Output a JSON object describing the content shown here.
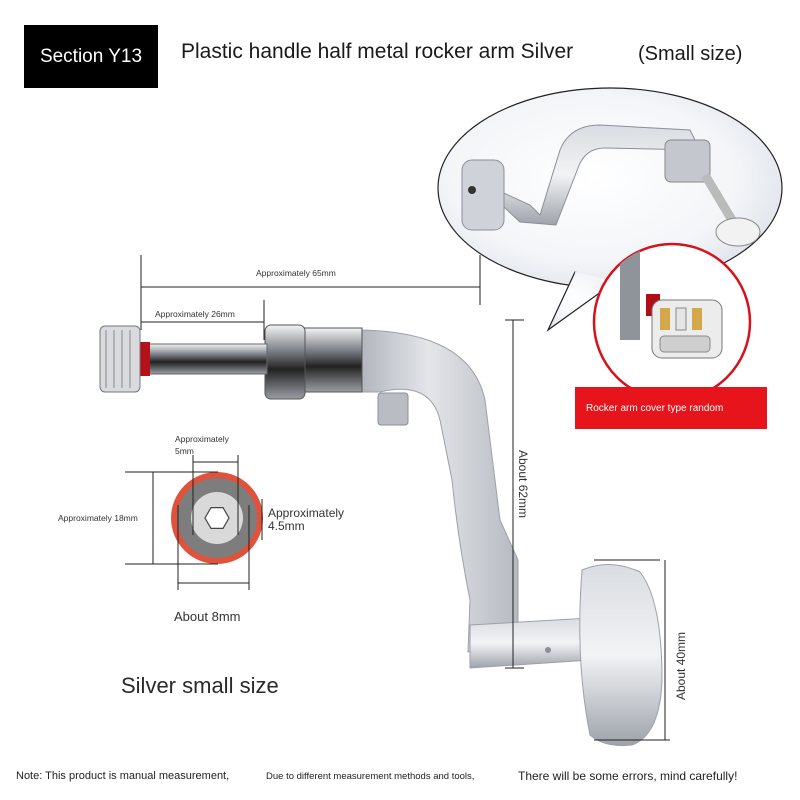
{
  "header": {
    "badge": "Section Y13",
    "title": "Plastic handle half metal rocker arm Silver",
    "title_paren": "(Small size)"
  },
  "dimensions": {
    "overall_length": "Approximately 65mm",
    "shaft_length": "Approximately 26mm",
    "arm_height": "About 62mm",
    "knob_height": "About 40mm",
    "hex_inner": "Approximately 5mm",
    "hex_outer": "Approximately 18mm",
    "hex_across": "Approximately 4.5mm",
    "hex_width": "About 8mm"
  },
  "callout": {
    "cover_note": "Rocker arm cover type random"
  },
  "color_size": "Silver small size",
  "footer": {
    "note_1": "Note: This product is manual measurement,",
    "note_2": "Due to different measurement methods and tools,",
    "note_3": "There will be some errors, mind carefully!"
  },
  "colors": {
    "badge_bg": "#000000",
    "accent_red": "#e8141b",
    "metal_silver": "#c9ccd2"
  }
}
